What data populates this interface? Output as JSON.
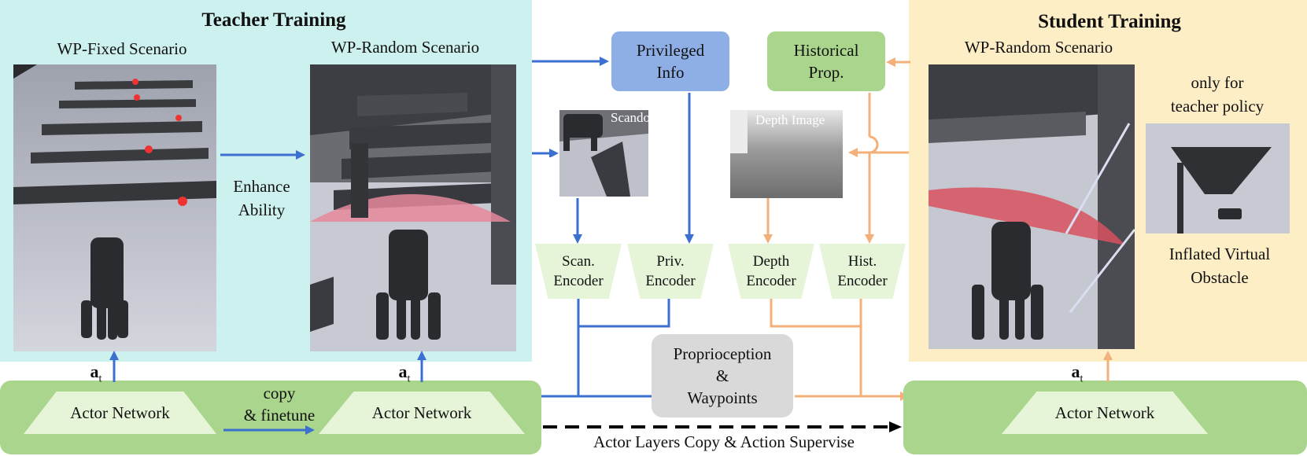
{
  "teacher": {
    "title": "Teacher Training",
    "fixed_label": "WP-Fixed Scenario",
    "random_label": "WP-Random Scenario",
    "enhance_line1": "Enhance",
    "enhance_line2": "Ability"
  },
  "student": {
    "title": "Student Training",
    "random_label": "WP-Random Scenario",
    "note_line1": "only for",
    "note_line2": "teacher policy",
    "obstacle_line1": "Inflated Virtual",
    "obstacle_line2": "Obstacle"
  },
  "middle": {
    "privileged_line1": "Privileged",
    "privileged_line2": "Info",
    "historical_line1": "Historical",
    "historical_line2": "Prop.",
    "scandots": "Scandots",
    "depth_image": "Depth Image",
    "scan_enc_1": "Scan.",
    "scan_enc_2": "Encoder",
    "priv_enc_1": "Priv.",
    "priv_enc_2": "Encoder",
    "depth_enc_1": "Depth",
    "depth_enc_2": "Encoder",
    "hist_enc_1": "Hist.",
    "hist_enc_2": "Encoder",
    "proprio_1": "Proprioception",
    "proprio_2": "&",
    "proprio_3": "Waypoints"
  },
  "bottom": {
    "actor_1": "Actor Network",
    "actor_2": "Actor Network",
    "actor_3": "Actor Network",
    "copy_1": "copy",
    "copy_2": "& finetune",
    "supervise": "Actor Layers Copy & Action Supervise",
    "action_symbol": "a",
    "action_sub": "t"
  },
  "colors": {
    "blue_arrow": "#3b6fd0",
    "orange_arrow": "#f3b07a",
    "teacher_bg": "#cdf1ee",
    "student_bg": "#fdeec6",
    "actor_bar": "#a9d68c",
    "privileged_box": "#8eaee6",
    "historical_box": "#a9d68c",
    "proprio_box": "#d9d9d9"
  }
}
